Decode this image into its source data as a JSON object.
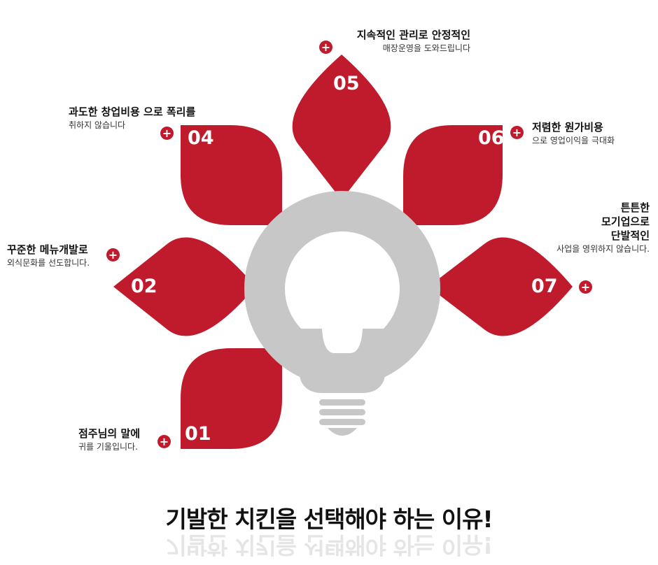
{
  "colors": {
    "accent": "#bf1b2c",
    "bulb": "#c8c7c7"
  },
  "headline": "기발한 치킨을 선택해야 하는 이유!",
  "items": {
    "p01": {
      "num": "01",
      "title": "점주님의 말에",
      "sub": "귀를 기울입니다."
    },
    "p02": {
      "num": "02",
      "title": "꾸준한 메뉴개발로",
      "sub": "외식문화를 선도합니다."
    },
    "p04": {
      "num": "04",
      "title": "과도한 창업비용 으로 폭리를",
      "sub": "취하지 않습니다"
    },
    "p05": {
      "num": "05",
      "title": "지속적인 관리로  안정적인",
      "sub": "매장운영을 도와드립니다"
    },
    "p06": {
      "num": "06",
      "title": "저렴한 원가비용",
      "sub": "으로 영업이익을 극대화"
    },
    "p07": {
      "num": "07",
      "title1": "튼튼한",
      "title2": "모기업으로",
      "title3": "단발적인",
      "sub": "사업을 영위하지 않습니다."
    }
  },
  "plus_glyph": "+",
  "icons": {
    "center": "light-bulb-icon",
    "expand": "plus-circle-icon"
  }
}
